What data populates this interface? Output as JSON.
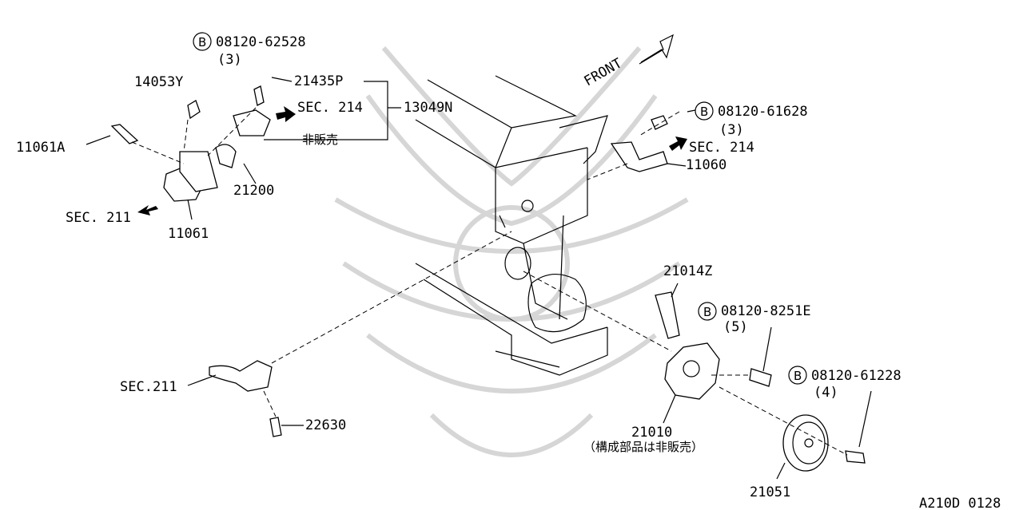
{
  "callouts": {
    "bolt_top": {
      "code": "08120-62528",
      "qty": "(3)",
      "marker": "B"
    },
    "bolt_right_top": {
      "code": "08120-61628",
      "qty": "(3)",
      "marker": "B"
    },
    "bolt_mid": {
      "code": "08120-8251E",
      "qty": "(5)",
      "marker": "B"
    },
    "bolt_bottom": {
      "code": "08120-61228",
      "qty": "(4)",
      "marker": "B"
    }
  },
  "parts": {
    "p21435P": "21435P",
    "p13049N": "13049N",
    "p14053Y": "14053Y",
    "p11061A": "11061A",
    "p21200": "21200",
    "p11061": "11061",
    "p11060": "11060",
    "p21014Z": "21014Z",
    "p21010": "21010",
    "p21010_note": "（構成部品は非販売）",
    "p22630": "22630",
    "p21051": "21051"
  },
  "sections": {
    "sec214_left": "SEC. 214",
    "sec214_right": "SEC. 214",
    "sec211_left": "SEC. 211",
    "sec211_bottom": "SEC.211"
  },
  "notes": {
    "not_sold": "非販売",
    "front": "FRONT"
  },
  "footer": {
    "code": "A210D 0128"
  }
}
